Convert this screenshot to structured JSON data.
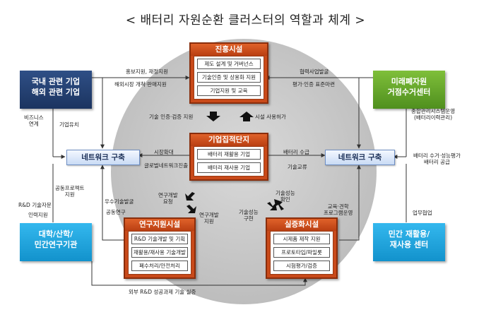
{
  "title": "< 배터리 자원순환 클러스터의 역할과 체계 >",
  "colors": {
    "orange": "#c94a1a",
    "navy": "#1b3460",
    "green": "#5a9a25",
    "cyan": "#1a9ad6",
    "circle": "#c8c8c8"
  },
  "nodes": {
    "domestic": {
      "line1": "국내 관련 기업",
      "line2": "해외 관련 기업"
    },
    "future": {
      "line1": "미래폐자원",
      "line2": "거점수거센터"
    },
    "university": {
      "line1": "대학/산학/",
      "line2": "민간연구기관"
    },
    "private_center": {
      "line1": "민간 재활용/",
      "line2": "재사용 센터"
    },
    "network_left": "네트워크 구축",
    "network_right": "네트워크 구축"
  },
  "panels": {
    "promotion": {
      "title": "진흥시설",
      "items": [
        "제도 설계 및 거버넌스",
        "기술인증 및 상용화 지원",
        "기업지원 및 교육"
      ]
    },
    "cluster": {
      "title": "기업집적단지",
      "items": [
        "배터리 재활용 기업",
        "배터리 재사용 기업"
      ]
    },
    "research": {
      "title": "연구지원시설",
      "items": [
        "R&D 기술개발 및 기획",
        "재활용/재사용 기술개발",
        "폐수처리/안전처리"
      ]
    },
    "demo": {
      "title": "실증화시설",
      "items": [
        "시제품 제작 지원",
        "프로토타입/파일롯",
        "시험평가/검증"
      ]
    }
  },
  "labels": {
    "promo_support": "홍보지원, 재정지원",
    "overseas": "해외시장 개척·판매지원",
    "coop_project": "협력사업발굴",
    "eval_standard": "평가·인증 표준마련",
    "business_link": [
      "비즈니스",
      "연계"
    ],
    "attract": "기업유치",
    "integrated_system": [
      "종합관리시스템운영",
      "(배터리이력관리)"
    ],
    "tech_cert": "기술 인증·검증 지원",
    "facility_permit": "시설 사용허가",
    "market_expand": "시장확대",
    "global_network": "글로벌네트워크진출",
    "battery_supply": "배터리 수급",
    "tech_exchange": "기술교류",
    "battery_collect": [
      "배터리 수거·성능평가",
      "배터리 공급"
    ],
    "joint_project": [
      "공동프로젝트",
      "지원"
    ],
    "rnd_advice": "R&D 기술자문",
    "workforce": "인력지원",
    "excellent_tech": "우수기술발굴",
    "joint_research": "공동연구",
    "rnd_request": [
      "연구개발",
      "요청"
    ],
    "rnd_support": [
      "연구개발",
      "지원"
    ],
    "perf_check": [
      "기술성능",
      "확인"
    ],
    "perf_implement": [
      "기술성능",
      "구현"
    ],
    "edu_training": [
      "교육·견학",
      "프로그램운영"
    ],
    "biz_agreement": "업무협업",
    "external_rnd": "외부 R&D 성공과제 기술 실증"
  }
}
